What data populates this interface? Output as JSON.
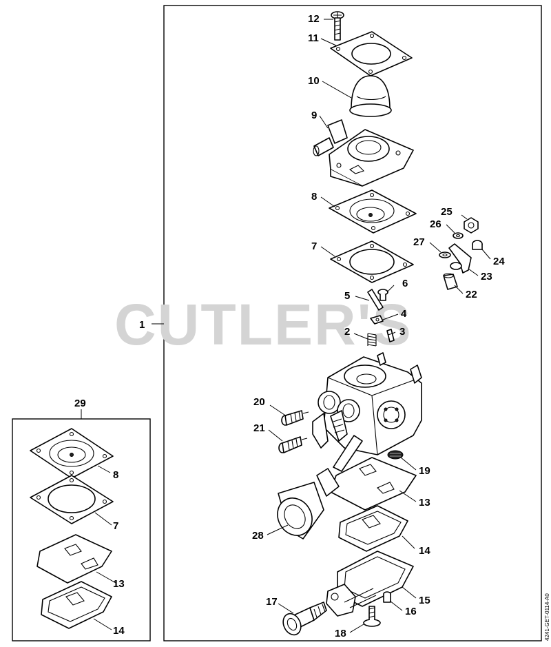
{
  "watermark": "CUTLER'S",
  "diagram_code": "4241-GET-0114-A0",
  "labels": {
    "l1": "1",
    "l2": "2",
    "l3": "3",
    "l4": "4",
    "l5": "5",
    "l6": "6",
    "l7": "7",
    "l8": "8",
    "l9": "9",
    "l10": "10",
    "l11": "11",
    "l12": "12",
    "l13": "13",
    "l14": "14",
    "l15": "15",
    "l16": "16",
    "l17": "17",
    "l18": "18",
    "l19": "19",
    "l20": "20",
    "l21": "21",
    "l22": "22",
    "l23": "23",
    "l24": "24",
    "l25": "25",
    "l26": "26",
    "l27": "27",
    "l28": "28",
    "l29": "29",
    "k8": "8",
    "k7": "7",
    "k13": "13",
    "k14": "14"
  }
}
